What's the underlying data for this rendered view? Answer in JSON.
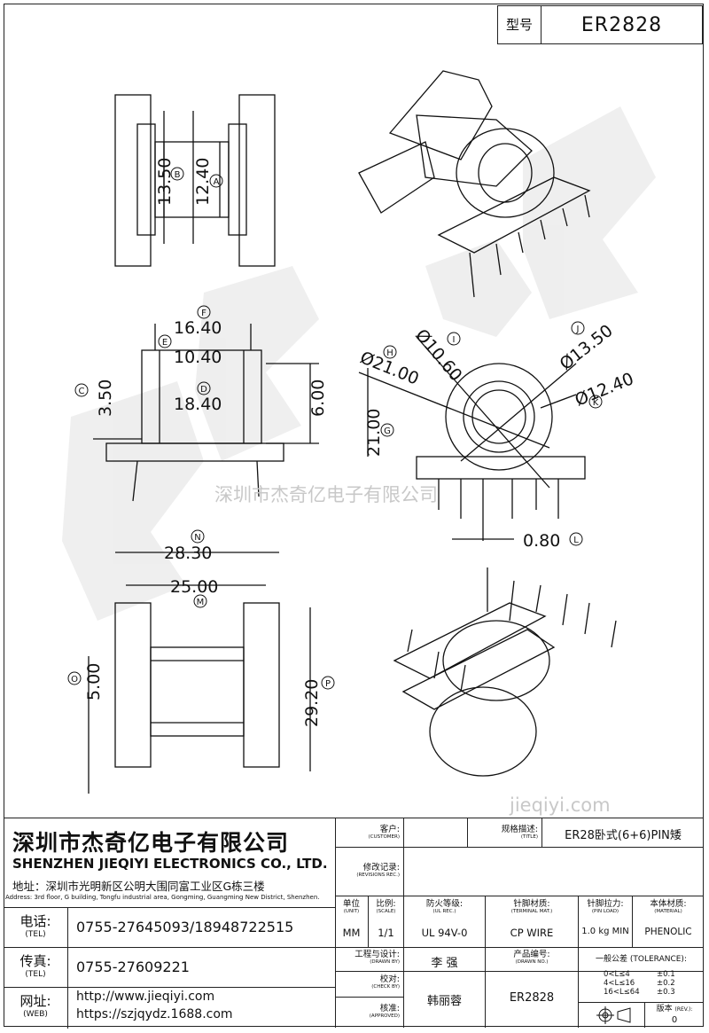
{
  "model": {
    "label": "型号",
    "value": "ER2828"
  },
  "drawing": {
    "dims": {
      "A": "12.40",
      "B": "13.50",
      "C": "3.50",
      "D": "18.40",
      "E": "10.40",
      "F": "16.40",
      "G": "21.00",
      "H": "Ø21.00",
      "I": "Ø10.60",
      "J": "Ø13.50",
      "K": "Ø12.40",
      "L": "0.80",
      "M": "25.00",
      "N": "28.30",
      "O": "5.00",
      "P": "29.20",
      "six": "6.00"
    },
    "letters": {
      "A": "A",
      "B": "B",
      "C": "C",
      "D": "D",
      "E": "E",
      "F": "F",
      "G": "G",
      "H": "H",
      "I": "I",
      "J": "J",
      "K": "K",
      "L": "L",
      "M": "M",
      "N": "N",
      "O": "O",
      "P": "P"
    },
    "watermark": "深圳市杰奇亿电子有限公司",
    "watermark2": "jieqiyi.com"
  },
  "company": {
    "name_cn": "深圳市杰奇亿电子有限公司",
    "name_en": "SHENZHEN JIEQIYI ELECTRONICS CO., LTD.",
    "address": "地址：深圳市光明新区公明大围同富工业区G栋三楼",
    "address_en": "Address: 3rd floor, G building, Tongfu industrial area, Gongming, Guangming New District, Shenzhen.",
    "tel_label": "电话:",
    "tel_label_en": "(TEL)",
    "tel": "0755-27645093/18948722515",
    "fax_label": "传真:",
    "fax_label_en": "(TEL)",
    "fax": "0755-27609221",
    "web_label": "网址:",
    "web_label_en": "(WEB)",
    "web1": "http://www.jieqiyi.com",
    "web2": "https://szjqydz.1688.com"
  },
  "titleblock": {
    "customer": "客户:",
    "customer_en": "(CUSTOMER)",
    "title_label": "规格描述:",
    "title_label_en": "(TITLE)",
    "title": "ER28卧式(6+6)PIN矮",
    "rev_label": "修改记录:",
    "rev_label_en": "(REVISIONS REC.)",
    "unit_label": "单位",
    "unit_label_en": "(UNIT)",
    "unit": "MM",
    "scale_label": "比例:",
    "scale_label_en": "(SCALE)",
    "scale": "1/1",
    "ul_label": "防火等级:",
    "ul_label_en": "(UL REC.)",
    "ul": "UL 94V-0",
    "term_label": "针脚材质:",
    "term_label_en": "(TERMINAL MAT.)",
    "term": "CP WIRE",
    "pinload_label": "针脚拉力:",
    "pinload_label_en": "(PIN LOAD)",
    "pinload": "1.0 kg MIN",
    "mat_label": "本体材质:",
    "mat_label_en": "(MATERIAL)",
    "mat": "PHENOLIC",
    "drawn_label": "工程与设计:",
    "drawn_label_en": "(DRAWN BY)",
    "drawn": "李 强",
    "partno_label": "产品编号:",
    "partno_label_en": "(DRAWN NO.)",
    "partno": "ER2828",
    "tol_label": "一般公差",
    "tol_label_en": "(TOLERANCE):",
    "tol1": "0<L≤4",
    "tol1v": "±0.1",
    "tol2": "4<L≤16",
    "tol2v": "±0.2",
    "tol3": "16<L≤64",
    "tol3v": "±0.3",
    "check_label": "校对:",
    "check_label_en": "(CHECK BY)",
    "check": "韩丽蓉",
    "approve_label": "核准:",
    "approve_label_en": "(APPROVED)",
    "rev_no_label": "版本",
    "rev_no_label_en": "(REV.):",
    "rev_no": "0"
  }
}
